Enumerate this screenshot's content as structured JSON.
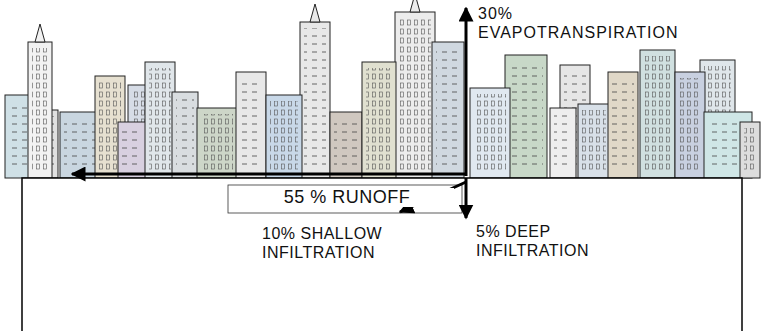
{
  "diagram": {
    "labels": [
      "30% EVAPOTRANSPIRATION",
      "55 % RUNOFF",
      "10% SHALLOW INFILTRATION",
      "5% DEEP INFILTRATION"
    ]
  }
}
